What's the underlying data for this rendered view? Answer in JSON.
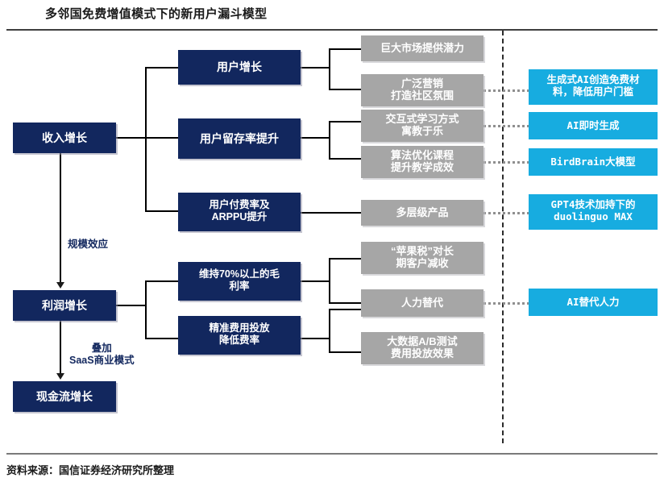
{
  "header": {
    "title": "多邻国免费增值模式下的新用户漏斗模型"
  },
  "footer": {
    "source": "资料来源：国信证券经济研究所整理"
  },
  "colors": {
    "navy": "#12275e",
    "gray": "#a6a6a6",
    "cyan": "#17ace0",
    "line": "#000000",
    "dashed_divider": "#2b2b2b",
    "dotted_connector": "#8f8f8f"
  },
  "drivers": {
    "revenue_growth": "收入增长",
    "profit_growth": "利润增长",
    "cashflow_growth": "现金流增长"
  },
  "edge_labels": {
    "scale_effect": "规模效应",
    "saas_overlay_line1": "叠加",
    "saas_overlay_line2": "SaaS商业模式"
  },
  "level2": [
    {
      "label": "用户增长"
    },
    {
      "label": "用户留存率提升"
    },
    {
      "label": "用户付费率及\nARPPU提升",
      "line1": "用户付费率及",
      "line2": "ARPPU提升"
    },
    {
      "label": "维持70%以上的毛\n利率",
      "line1": "维持70%以上的毛",
      "line2": "利率"
    },
    {
      "label": "精准费用投放\n降低费率",
      "line1": "精准费用投放",
      "line2": "降低费率"
    }
  ],
  "level3": [
    {
      "line1": "巨大市场提供潜力",
      "line2": ""
    },
    {
      "line1": "广泛营销",
      "line2": "打造社区氛围"
    },
    {
      "line1": "交互式学习方式",
      "line2": "寓教于乐"
    },
    {
      "line1": "算法优化课程",
      "line2": "提升教学成效"
    },
    {
      "line1": "多层级产品",
      "line2": ""
    },
    {
      "line1": "“苹果税”对长",
      "line2": "期客户减收"
    },
    {
      "line1": "人力替代",
      "line2": ""
    },
    {
      "line1": "大数据A/B测试",
      "line2": "费用投放效果"
    }
  ],
  "ai_callouts": [
    {
      "line1": "生成式AI创造免费材",
      "line2": "料，降低用户门槛"
    },
    {
      "line1": "AI即时生成",
      "line2": ""
    },
    {
      "line1": "BirdBrain大模型",
      "line2": ""
    },
    {
      "line1": "GPT4技术加持下的",
      "line2": "duolinguo MAX"
    },
    {
      "line1": "AI替代人力",
      "line2": ""
    }
  ]
}
